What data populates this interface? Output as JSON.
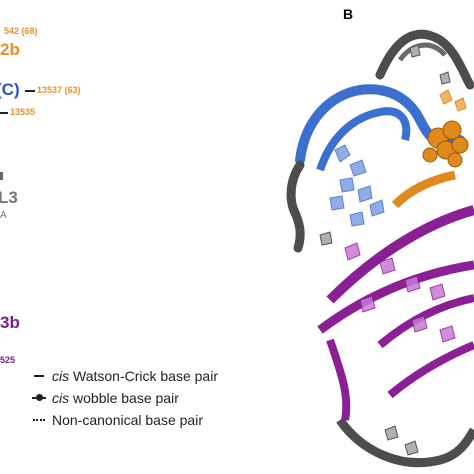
{
  "left_panel": {
    "label_top": "542 (68)",
    "label_2b": "2b",
    "label_c": "(C)",
    "label_13537": "13537 (63)",
    "label_13535": "13535",
    "label_L3": "L3",
    "label_3b": "3b",
    "label_525": "525"
  },
  "legend": {
    "items": [
      {
        "prefix": "cis",
        "text": " Watson-Crick base pair"
      },
      {
        "prefix": "cis",
        "text": " wobble base pair"
      },
      {
        "prefix": "",
        "text": "Non-canonical base pair"
      }
    ]
  },
  "panel_b": {
    "letter": "B"
  },
  "colors": {
    "orange": "#e8902a",
    "blue": "#2a52c8",
    "purple": "#7a1e8c",
    "gray": "#555555",
    "ribbon_blue": "#3b6fd0",
    "ribbon_purple": "#8a1f96",
    "ribbon_gray": "#4d4d4d",
    "ribbon_orange": "#e08a1e"
  }
}
